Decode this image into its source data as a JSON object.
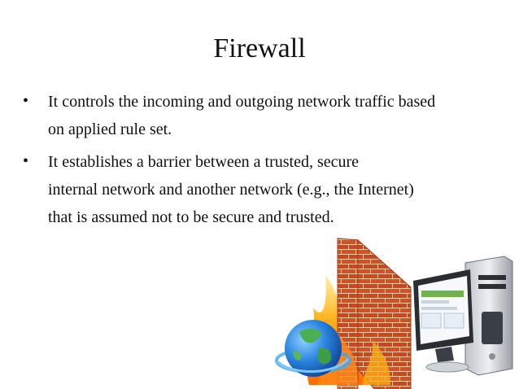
{
  "slide": {
    "title": "Firewall",
    "bullets": [
      {
        "lines": [
          "It controls the incoming and outgoing network traffic based",
          "on applied rule set."
        ]
      },
      {
        "lines": [
          "It establishes a barrier between a trusted, secure",
          "internal network and another network (e.g., the Internet)",
          "that is assumed not to be secure and trusted."
        ]
      }
    ],
    "bullet_glyph": "•"
  },
  "illustration": {
    "icons": [
      "globe-icon",
      "firewall-icon",
      "computer-icon"
    ],
    "colors": {
      "brick": "#d2512a",
      "mortar": "#f3c9a0",
      "flame": "#ff9a1a",
      "globe_ocean": "#1e6fd6",
      "globe_land": "#4caf50",
      "monitor": "#d9dde2"
    }
  }
}
